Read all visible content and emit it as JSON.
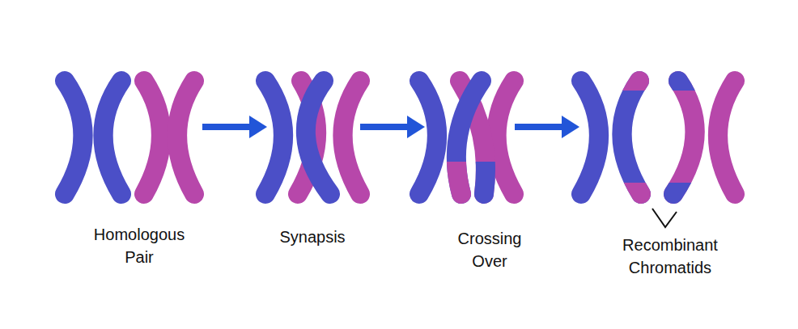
{
  "diagram": {
    "nodes": [
      {
        "text": [
          "Homologous Pair"
        ]
      },
      {
        "text": [
          "Synapsis"
        ]
      },
      {
        "text": [
          "Crossing Over"
        ]
      },
      {
        "text": [
          "Recombinant Chromatids"
        ]
      }
    ],
    "edges": [
      {
        "from": 0,
        "to": 1,
        "arrow": "to"
      },
      {
        "from": 1,
        "to": 2,
        "arrow": "to"
      },
      {
        "from": 2,
        "to": 3,
        "arrow": "to"
      }
    ]
  }
}
